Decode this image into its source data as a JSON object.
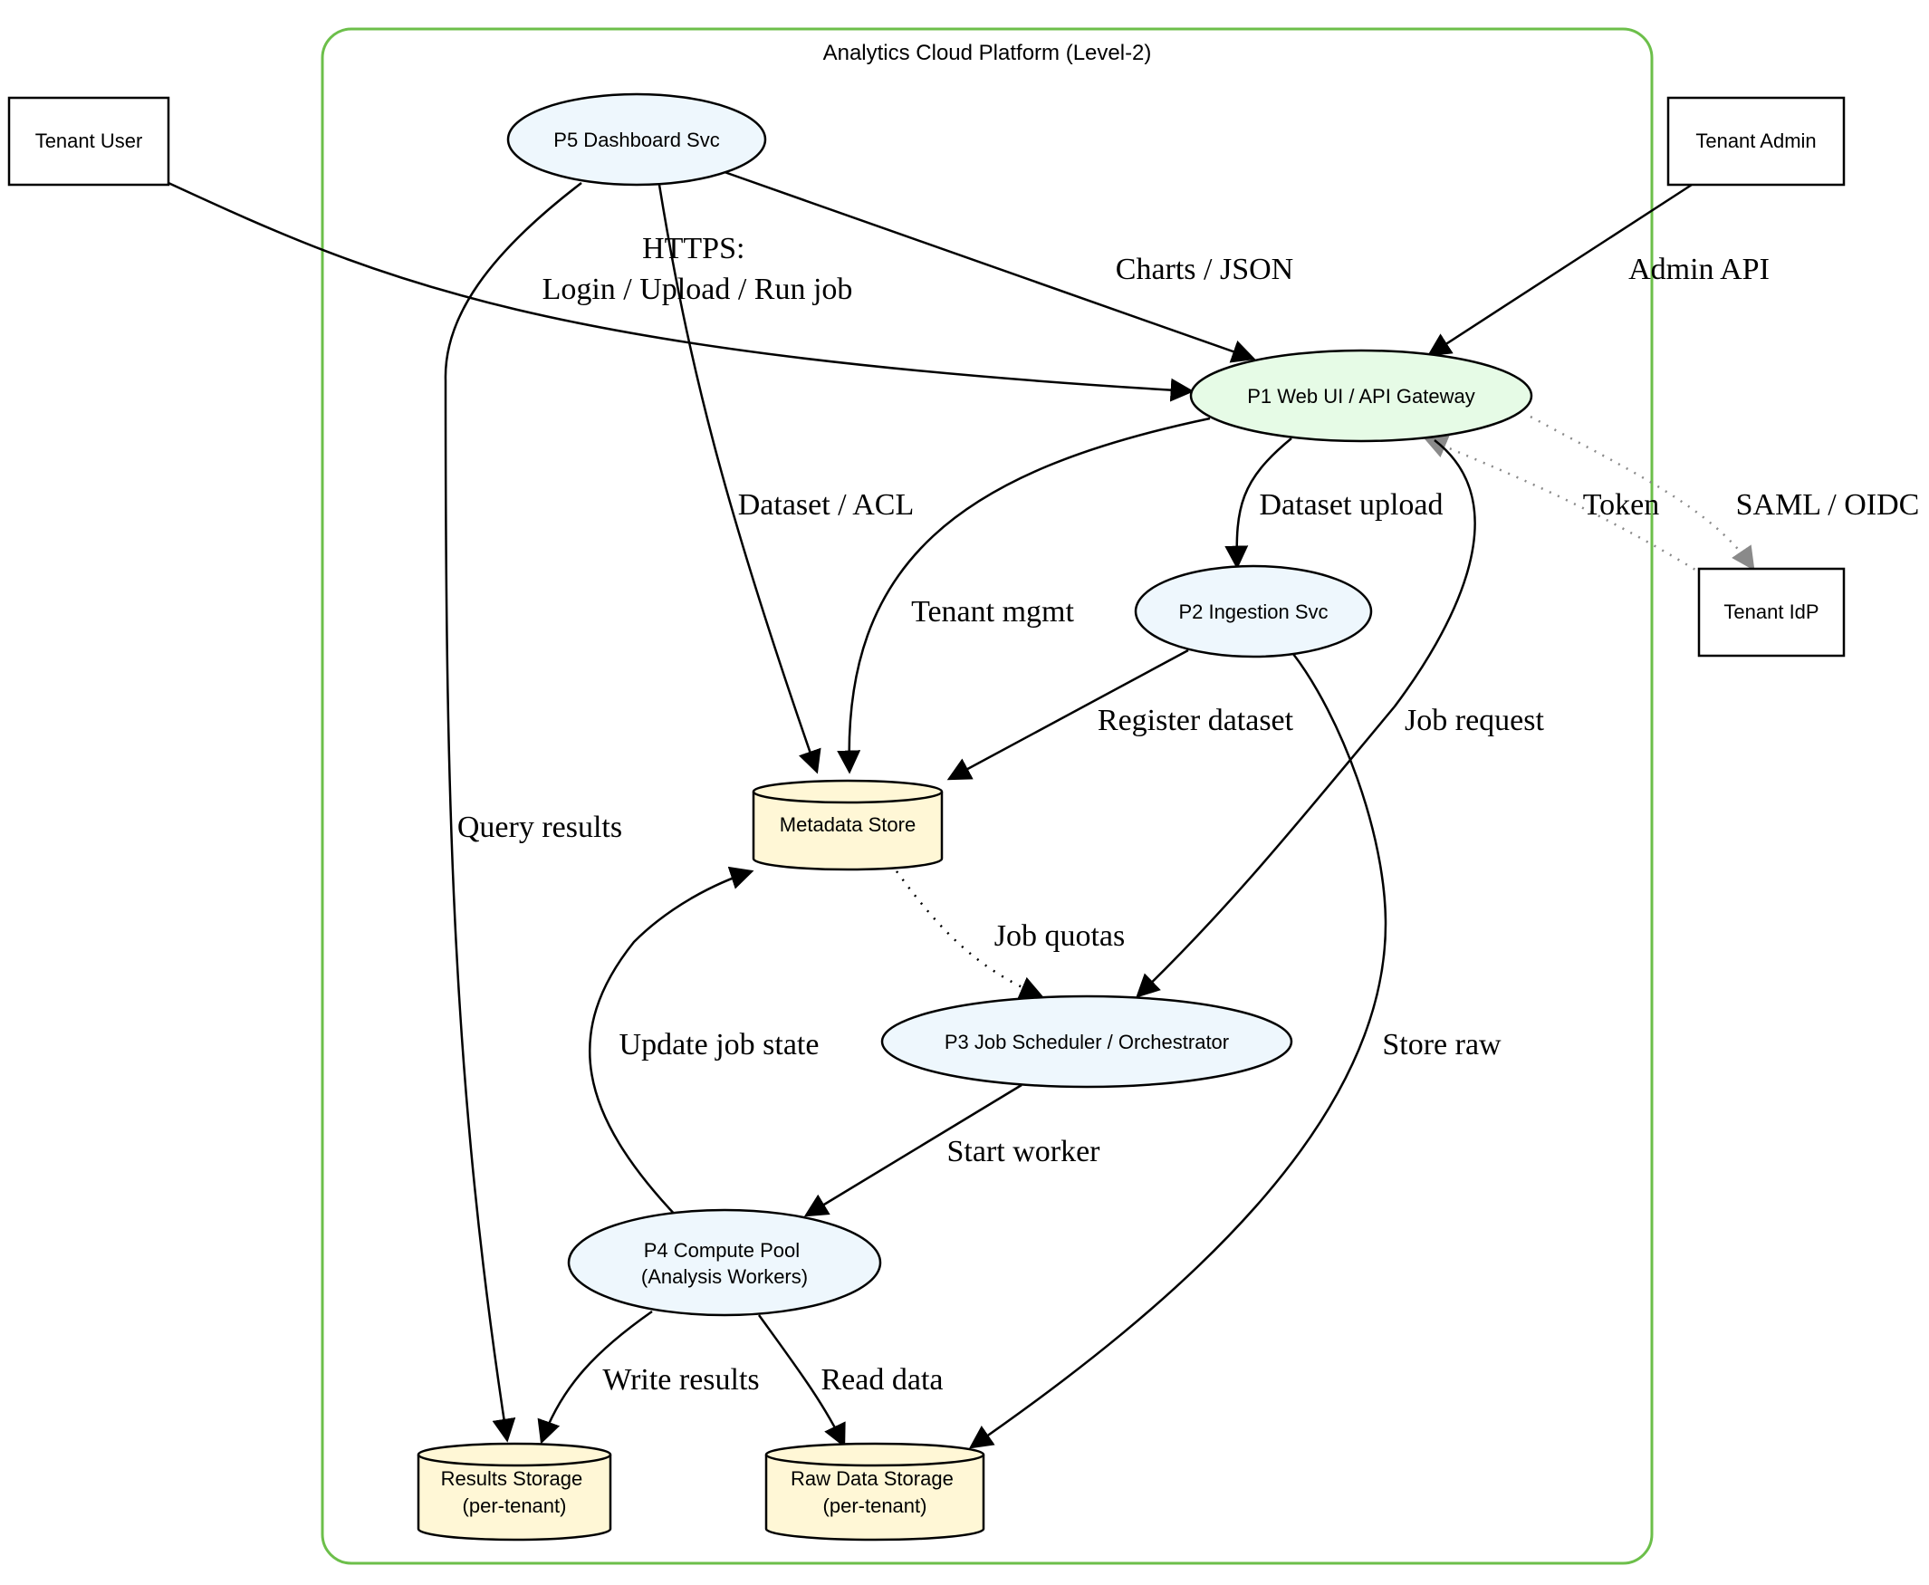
{
  "diagram": {
    "title": "Analytics Cloud Platform (Level-2)",
    "colors": {
      "cluster_border": "#6cbf4a",
      "process_fill": "#eef7fd",
      "gateway_fill": "#e6fbe6",
      "store_fill": "#fff7d6",
      "external_fill": "#ffffff",
      "edge": "#000000",
      "dotted_gray_edge": "#8a8a8a"
    },
    "nodes": {
      "tenant_user": "Tenant User",
      "tenant_admin": "Tenant Admin",
      "tenant_idp": "Tenant IdP",
      "p5": "P5 Dashboard Svc",
      "p1": "P1 Web UI / API Gateway",
      "p2": "P2 Ingestion Svc",
      "metadata": "Metadata Store",
      "p3": "P3 Job Scheduler / Orchestrator",
      "p4": [
        "P4 Compute Pool",
        "(Analysis Workers)"
      ],
      "results": [
        "Results Storage",
        "(per-tenant)"
      ],
      "raw": [
        "Raw Data Storage",
        "(per-tenant)"
      ]
    },
    "edges": {
      "user_p1": [
        "HTTPS:",
        "Login / Upload / Run job"
      ],
      "p5_p1": "Charts / JSON",
      "admin_p1": "Admin API",
      "p5_meta": "Dataset / ACL",
      "p1_idp": "SAML / OIDC",
      "idp_p1": "Token",
      "p1_p2": "Dataset upload",
      "p1_meta": "Tenant mgmt",
      "p2_meta": "Register dataset",
      "p1_p3": "Job request",
      "p5_results": "Query results",
      "meta_p3": "Job quotas",
      "p4_meta": "Update job state",
      "p2_raw": "Store raw",
      "p3_p4": "Start worker",
      "p4_results": "Write results",
      "p4_raw": "Read data"
    }
  }
}
